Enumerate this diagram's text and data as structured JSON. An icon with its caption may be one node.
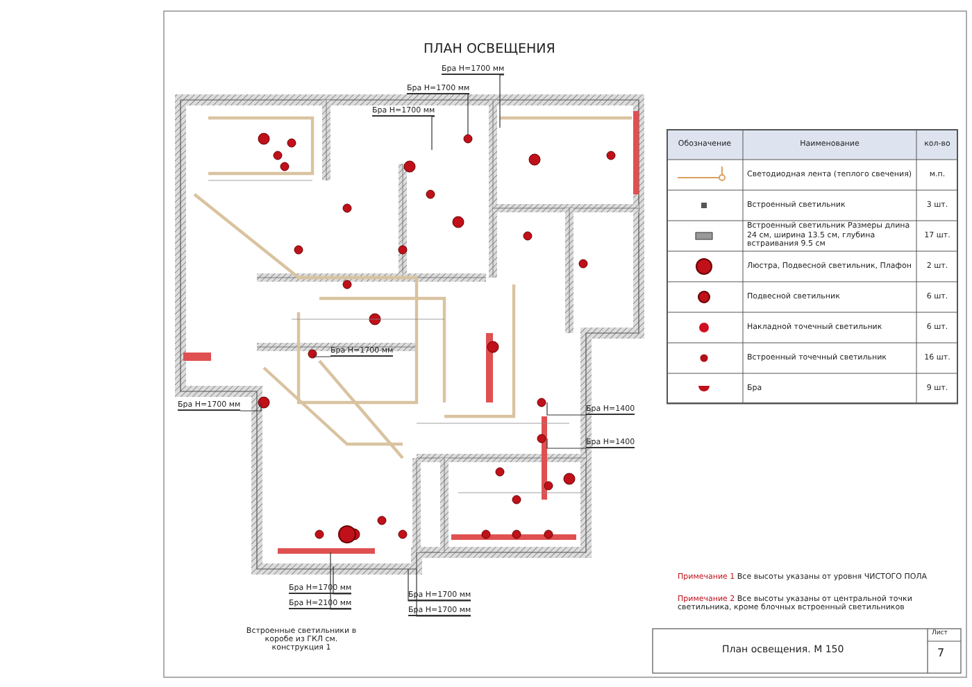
{
  "diagram": {
    "title": "ПЛАН ОСВЕЩЕНИЯ",
    "nodes": [
      {
        "text": [
          "Бра H=1700 мм"
        ]
      },
      {
        "text": [
          "Бра H=1700 мм"
        ]
      },
      {
        "text": [
          "Бра H=1700 мм"
        ]
      },
      {
        "text": [
          "Бра H=1700 мм"
        ]
      },
      {
        "text": [
          "Бра H=1400"
        ]
      },
      {
        "text": [
          "Бра H=1400"
        ]
      },
      {
        "text": [
          "Бра H=1700 мм"
        ]
      },
      {
        "text": [
          "Бра H=1700 мм"
        ]
      },
      {
        "text": [
          "Бра H=2100 мм"
        ]
      },
      {
        "text": [
          "Бра H=1700 мм"
        ]
      },
      {
        "text": [
          "Бра H=1700 мм"
        ]
      }
    ],
    "edges": [
      {
        "from": 0,
        "to": null,
        "arrow": "none"
      },
      {
        "from": 1,
        "to": null,
        "arrow": "none"
      },
      {
        "from": 2,
        "to": null,
        "arrow": "none"
      },
      {
        "from": 3,
        "to": null,
        "arrow": "none"
      },
      {
        "from": 4,
        "to": null,
        "arrow": "none"
      },
      {
        "from": 5,
        "to": null,
        "arrow": "none"
      },
      {
        "from": 6,
        "to": null,
        "arrow": "none"
      },
      {
        "from": 7,
        "to": null,
        "arrow": "none"
      },
      {
        "from": 8,
        "to": null,
        "arrow": "none"
      },
      {
        "from": 9,
        "to": null,
        "arrow": "none"
      },
      {
        "from": 10,
        "to": null,
        "arrow": "none"
      }
    ],
    "labels": [
      "Встроенные светильники в коробе из ГКЛ см. конструкция 1",
      "Обозначение",
      "Наименование",
      "кол-во",
      "Светодиодная лента (теплого свечения)",
      "м.п.",
      "Встроенный светильник",
      "3 шт.",
      "Встроенный светильник Размеры длина 24 см, ширина 13.5 см, глубина встраивания 9.5 см",
      "17 шт.",
      "Люстра, Подвесной светильник, Плафон",
      "2 шт.",
      "Подвесной светильник",
      "6 шт.",
      "Накладной точечный светильник",
      "6 шт.",
      "Встроенный точечный светильник",
      "16 шт.",
      "Бра",
      "9 шт.",
      "Примечание 1",
      "Все высоты указаны от уровня ЧИСТОГО ПОЛА",
      "Примечание 2",
      "Все высоты указаны от центральной точки светильника, кроме блочных встроенный светильников",
      "План освещения. М 150",
      "Лист",
      "7"
    ]
  }
}
